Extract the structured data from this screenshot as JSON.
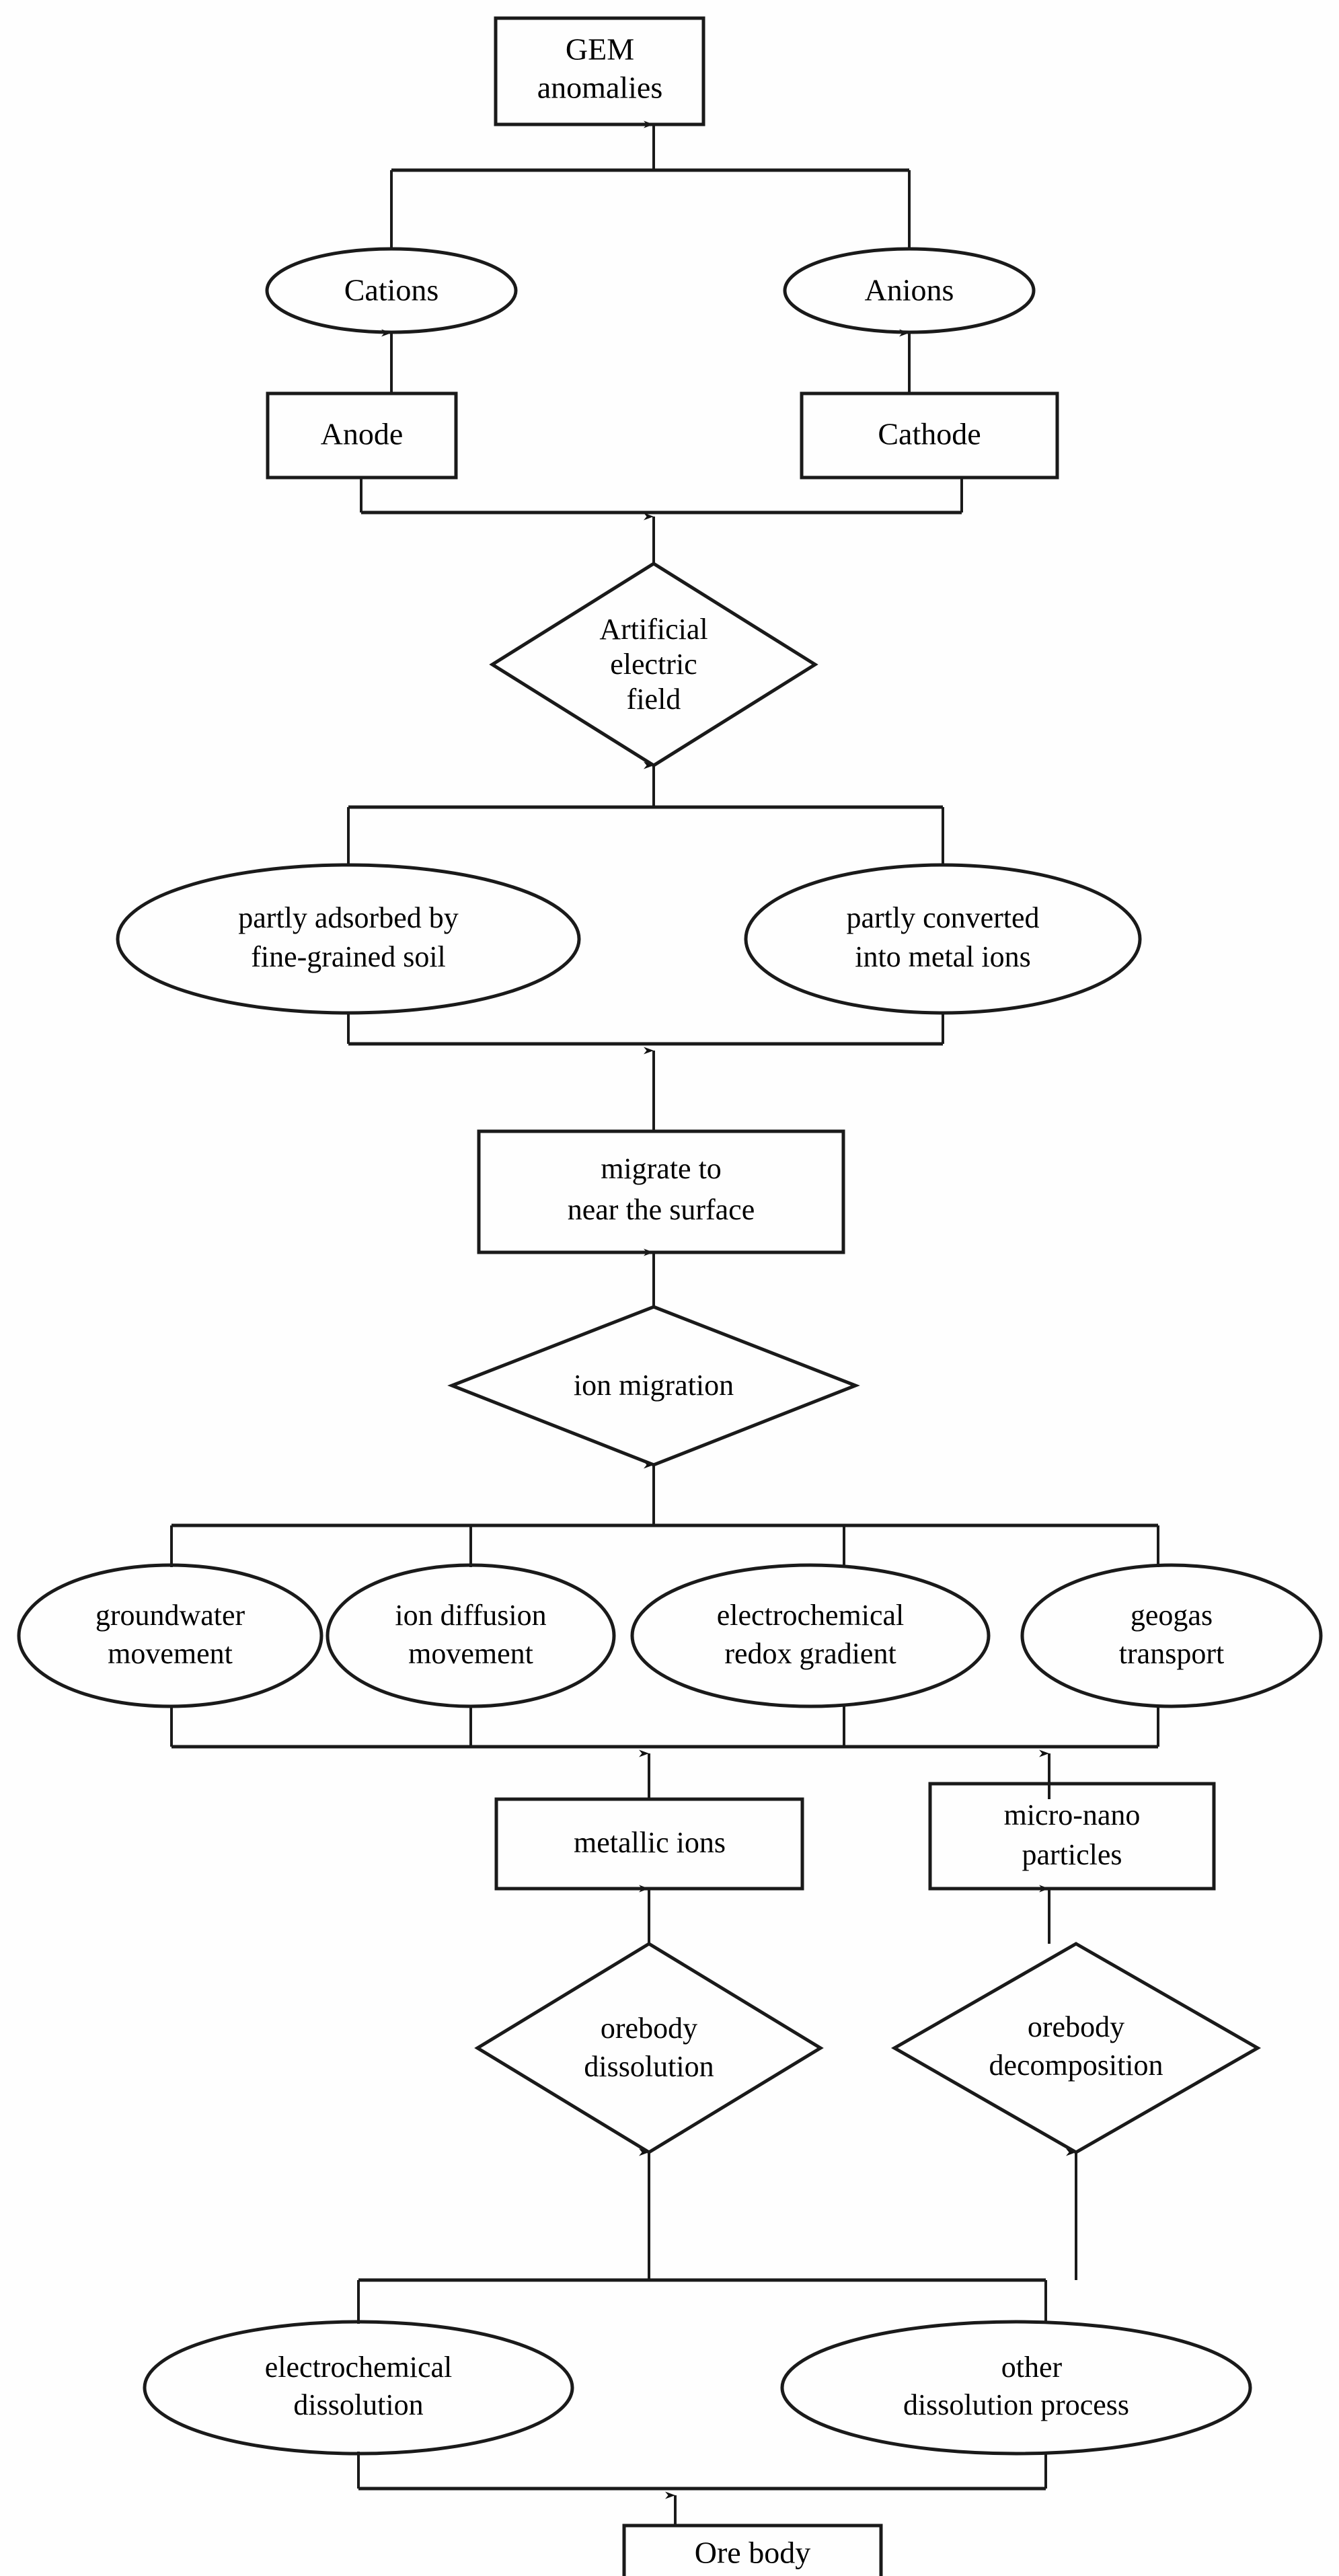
{
  "diagram": {
    "title": "GEM anomaly formation flowchart",
    "background_color": "#fefefe",
    "stroke_color": "#1a1a1a",
    "fill_color": "#ffffff",
    "nodes": [
      {
        "id": "gem_anomalies",
        "shape": "rect",
        "line1": "GEM",
        "line2": "anomalies"
      },
      {
        "id": "cations",
        "shape": "ellipse",
        "line1": "Cations",
        "line2": ""
      },
      {
        "id": "anions",
        "shape": "ellipse",
        "line1": "Anions",
        "line2": ""
      },
      {
        "id": "anode",
        "shape": "rect",
        "line1": "Anode",
        "line2": ""
      },
      {
        "id": "cathode",
        "shape": "rect",
        "line1": "Cathode",
        "line2": ""
      },
      {
        "id": "artificial_field",
        "shape": "diamond",
        "line1": "Artificial",
        "line2": "electric",
        "line3": "field"
      },
      {
        "id": "partly_adsorbed",
        "shape": "ellipse",
        "line1": "partly adsorbed by",
        "line2": "fine-grained soil"
      },
      {
        "id": "partly_converted",
        "shape": "ellipse",
        "line1": "partly converted",
        "line2": "into metal ions"
      },
      {
        "id": "migrate_surface",
        "shape": "rect",
        "line1": "migrate to",
        "line2": "near the surface"
      },
      {
        "id": "ion_migration",
        "shape": "diamond",
        "line1": "ion migration",
        "line2": ""
      },
      {
        "id": "groundwater",
        "shape": "ellipse",
        "line1": "groundwater",
        "line2": "movement"
      },
      {
        "id": "ion_diffusion",
        "shape": "ellipse",
        "line1": "ion diffusion",
        "line2": "movement"
      },
      {
        "id": "redox_gradient",
        "shape": "ellipse",
        "line1": "electrochemical",
        "line2": "redox gradient"
      },
      {
        "id": "geogas",
        "shape": "ellipse",
        "line1": "geogas",
        "line2": "transport"
      },
      {
        "id": "metallic_ions",
        "shape": "rect",
        "line1": "metallic ions",
        "line2": ""
      },
      {
        "id": "micro_nano",
        "shape": "rect",
        "line1": "micro-nano",
        "line2": "particles"
      },
      {
        "id": "orebody_dissolution",
        "shape": "diamond",
        "line1": "orebody",
        "line2": "dissolution"
      },
      {
        "id": "orebody_decomp",
        "shape": "diamond",
        "line1": "orebody",
        "line2": "decomposition"
      },
      {
        "id": "electrochem_diss",
        "shape": "ellipse",
        "line1": "electrochemical",
        "line2": "dissolution"
      },
      {
        "id": "other_diss",
        "shape": "ellipse",
        "line1": "other",
        "line2": "dissolution process"
      },
      {
        "id": "ore_body",
        "shape": "rect",
        "line1": "Ore body",
        "line2": ""
      }
    ],
    "edges": [
      {
        "from": "cations_anions_join",
        "to": "gem_anomalies",
        "arrow": true
      },
      {
        "from": "anode",
        "to": "cations",
        "arrow": true
      },
      {
        "from": "cathode",
        "to": "anions",
        "arrow": true
      },
      {
        "from": "artificial_field",
        "to": "anode_cathode_join",
        "arrow": true
      },
      {
        "from": "adsorbed_converted_join",
        "to": "artificial_field",
        "arrow": true
      },
      {
        "from": "migrate_surface",
        "to": "adsorbed_converted_join",
        "arrow": true
      },
      {
        "from": "ion_migration",
        "to": "migrate_surface",
        "arrow": true
      },
      {
        "from": "four_ovals_join",
        "to": "ion_migration",
        "arrow": true
      },
      {
        "from": "metallic_ions",
        "to": "four_ovals_join",
        "arrow": true
      },
      {
        "from": "micro_nano",
        "to": "four_ovals_join",
        "arrow": true
      },
      {
        "from": "orebody_dissolution",
        "to": "metallic_ions",
        "arrow": true
      },
      {
        "from": "orebody_decomp",
        "to": "micro_nano",
        "arrow": true
      },
      {
        "from": "dissolution_join",
        "to": "orebody_dissolution",
        "arrow": true
      },
      {
        "from": "dissolution_join",
        "to": "orebody_decomp",
        "arrow": true
      },
      {
        "from": "ore_body",
        "to": "dissolution_join",
        "arrow": true
      }
    ]
  }
}
